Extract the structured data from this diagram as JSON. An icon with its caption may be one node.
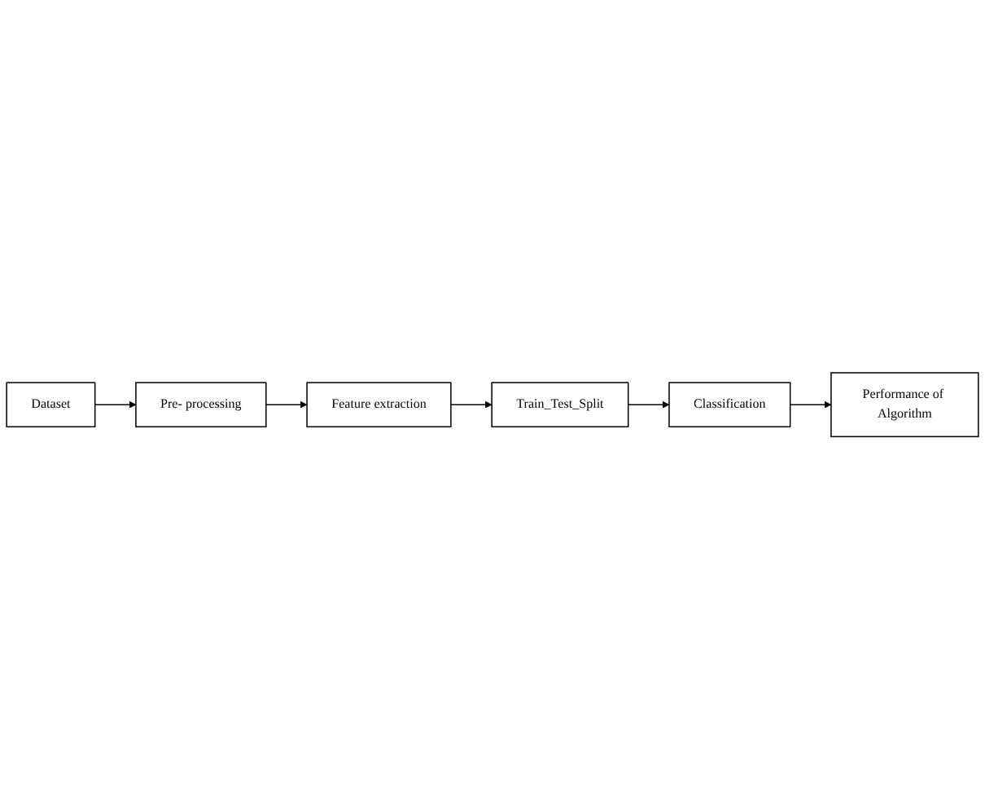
{
  "diagram": {
    "nodes": [
      {
        "text": [
          "Dataset"
        ]
      },
      {
        "text": [
          "Pre- processing"
        ]
      },
      {
        "text": [
          "Feature extraction"
        ]
      },
      {
        "text": [
          "Train_Test_Split"
        ]
      },
      {
        "text": [
          "Classification"
        ]
      },
      {
        "text": [
          "Performance of Algorithm"
        ]
      }
    ],
    "edges": [
      {
        "from": 0,
        "to": 1,
        "arrow": "to"
      },
      {
        "from": 1,
        "to": 2,
        "arrow": "to"
      },
      {
        "from": 2,
        "to": 3,
        "arrow": "to"
      },
      {
        "from": 3,
        "to": 4,
        "arrow": "to"
      },
      {
        "from": 4,
        "to": 5,
        "arrow": "to"
      }
    ]
  }
}
